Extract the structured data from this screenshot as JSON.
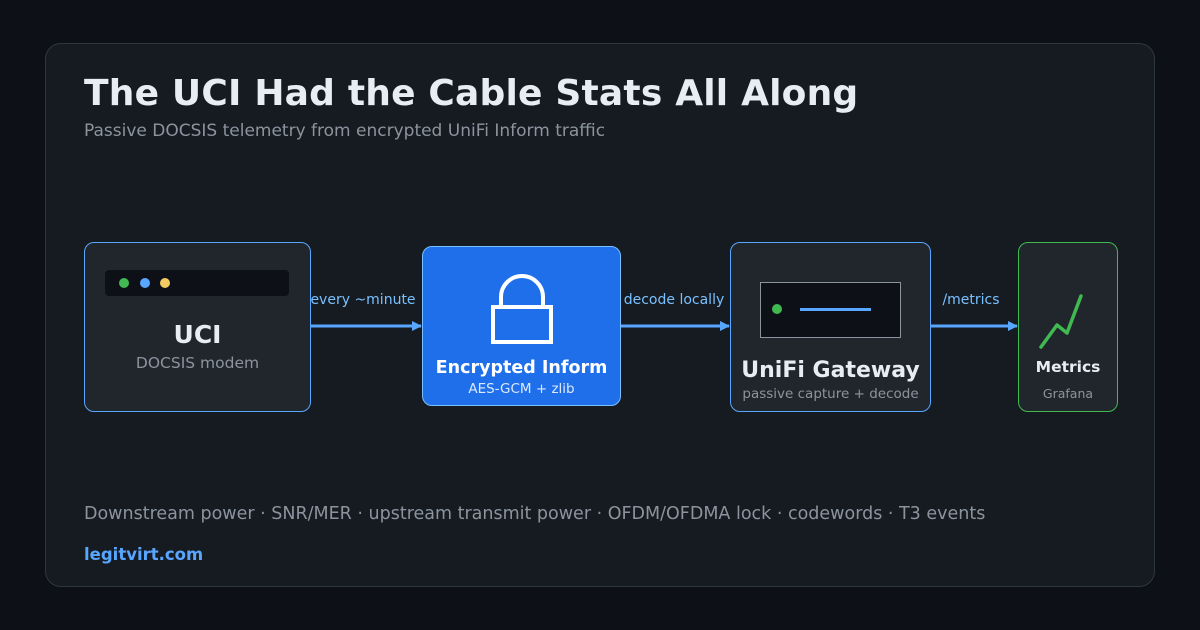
{
  "header": {
    "title": "The UCI Had the Cable Stats All Along",
    "subtitle": "Passive DOCSIS telemetry from encrypted UniFi Inform traffic"
  },
  "nodes": {
    "uci": {
      "label": "UCI",
      "sublabel": "DOCSIS modem"
    },
    "inform": {
      "label": "Encrypted Inform",
      "sublabel": "AES-GCM + zlib"
    },
    "gateway": {
      "label": "UniFi Gateway",
      "sublabel": "passive capture + decode"
    },
    "metrics": {
      "label": "Metrics",
      "sublabel": "Grafana"
    }
  },
  "edges": [
    {
      "label": "every ~minute"
    },
    {
      "label": "decode locally"
    },
    {
      "label": "/metrics"
    }
  ],
  "footer": {
    "stats": "Downstream power · SNR/MER · upstream transmit power · OFDM/OFDMA lock · codewords · T3 events",
    "brand": "legitvirt.com"
  },
  "colors": {
    "background": "#0d1117",
    "card": "#161b22",
    "accent_blue": "#58a6ff",
    "inform_fill": "#1f6feb",
    "metrics_green": "#3fb950",
    "dot_green": "#3fb950",
    "dot_blue": "#58a6ff",
    "dot_yellow": "#f2cc60"
  },
  "icons": {
    "uci": "window-dots-icon",
    "inform": "lock-icon",
    "gateway": "gateway-device-icon",
    "metrics": "trend-line-icon"
  }
}
